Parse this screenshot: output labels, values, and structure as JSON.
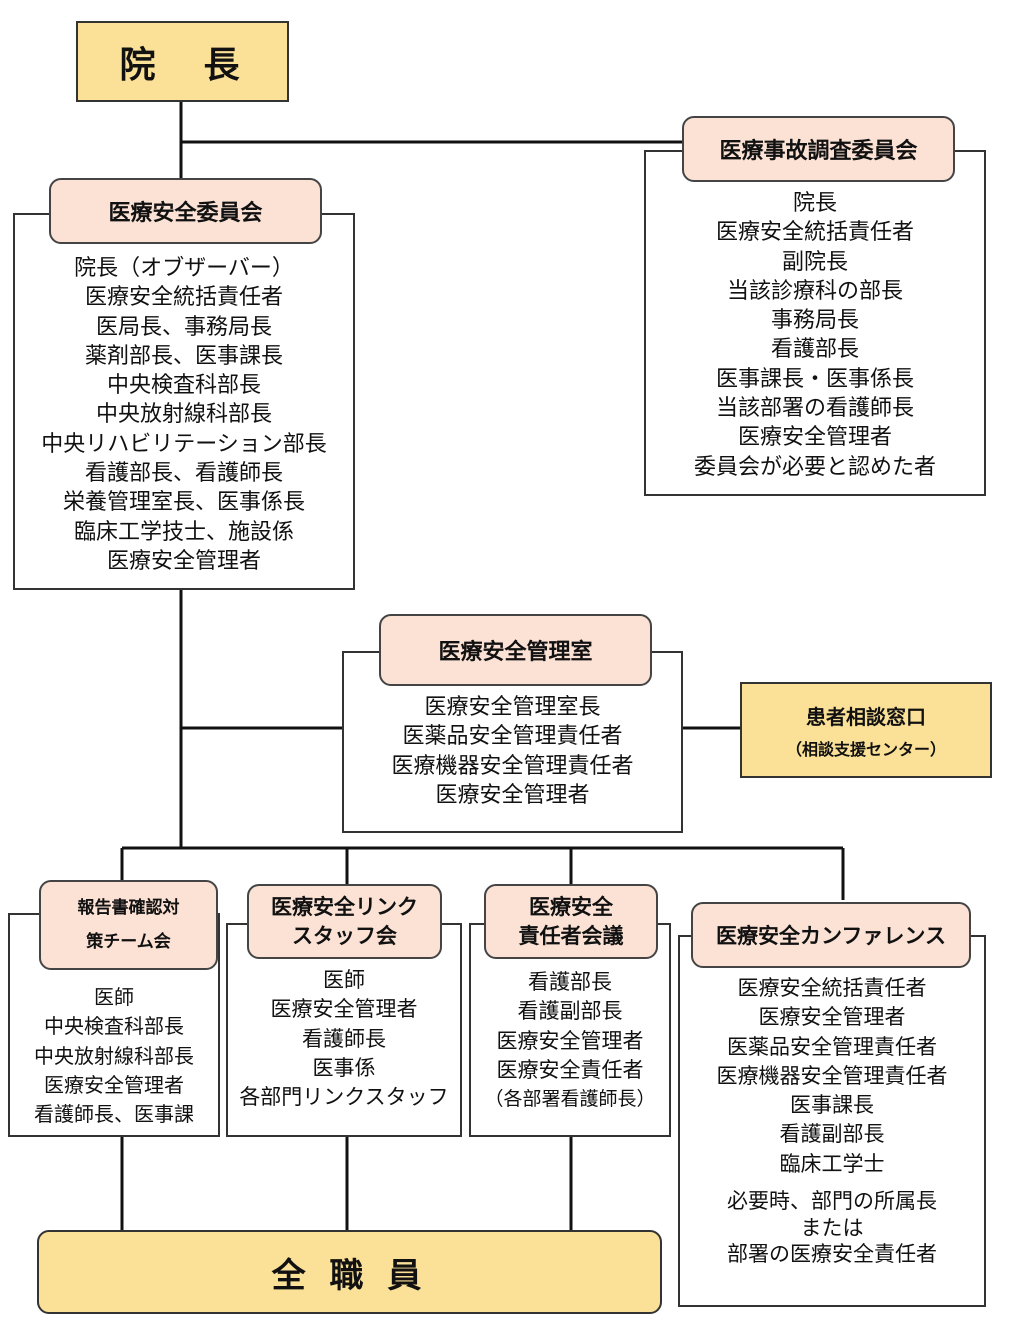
{
  "director": "院　長",
  "all_staff": "全 職 員",
  "safety_committee": {
    "title": "医療安全委員会",
    "members": [
      "院長（オブザーバー）",
      "医療安全統括責任者",
      "医局長、事務局長",
      "薬剤部長、医事課長",
      "中央検査科部長",
      "中央放射線科部長",
      "中央リハビリテーション部長",
      "看護部長、看護師長",
      "栄養管理室長、医事係長",
      "臨床工学技士、施設係",
      "医療安全管理者"
    ]
  },
  "accident_committee": {
    "title": "医療事故調査委員会",
    "members": [
      "院長",
      "医療安全統括責任者",
      "副院長",
      "当該診療科の部長",
      "事務局長",
      "看護部長",
      "医事課長・医事係長",
      "当該部署の看護師長",
      "医療安全管理者",
      "委員会が必要と認めた者"
    ]
  },
  "safety_office": {
    "title": "医療安全管理室",
    "members": [
      "医療安全管理室長",
      "医薬品安全管理責任者",
      "医療機器安全管理責任者",
      "医療安全管理者"
    ]
  },
  "patient_desk": {
    "title": "患者相談窓口",
    "subtitle": "（相談支援センター）"
  },
  "report_team": {
    "title_line1": "報告書確認対",
    "title_line2": "策チーム会",
    "members": [
      "医師",
      "中央検査科部長",
      "中央放射線科部長",
      "医療安全管理者",
      "看護師長、医事課"
    ]
  },
  "link_staff": {
    "title_line1": "医療安全リンク",
    "title_line2": "スタッフ会",
    "members": [
      "医師",
      "医療安全管理者",
      "看護師長",
      "医事係",
      "各部門リンクスタッフ"
    ]
  },
  "responsible_meeting": {
    "title_line1": "医療安全",
    "title_line2": "責任者会議",
    "members": [
      "看護部長",
      "看護副部長",
      "医療安全管理者",
      "医療安全責任者"
    ],
    "note": "（各部署看護師長）"
  },
  "conference": {
    "title": "医療安全カンファレンス",
    "members": [
      "医療安全統括責任者",
      "医療安全管理者",
      "医薬品安全管理責任者",
      "医療機器安全管理責任者",
      "医事課長",
      "看護副部長",
      "臨床工学士"
    ],
    "extra": [
      "必要時、部門の所属長",
      "または",
      "部署の医療安全責任者"
    ]
  }
}
